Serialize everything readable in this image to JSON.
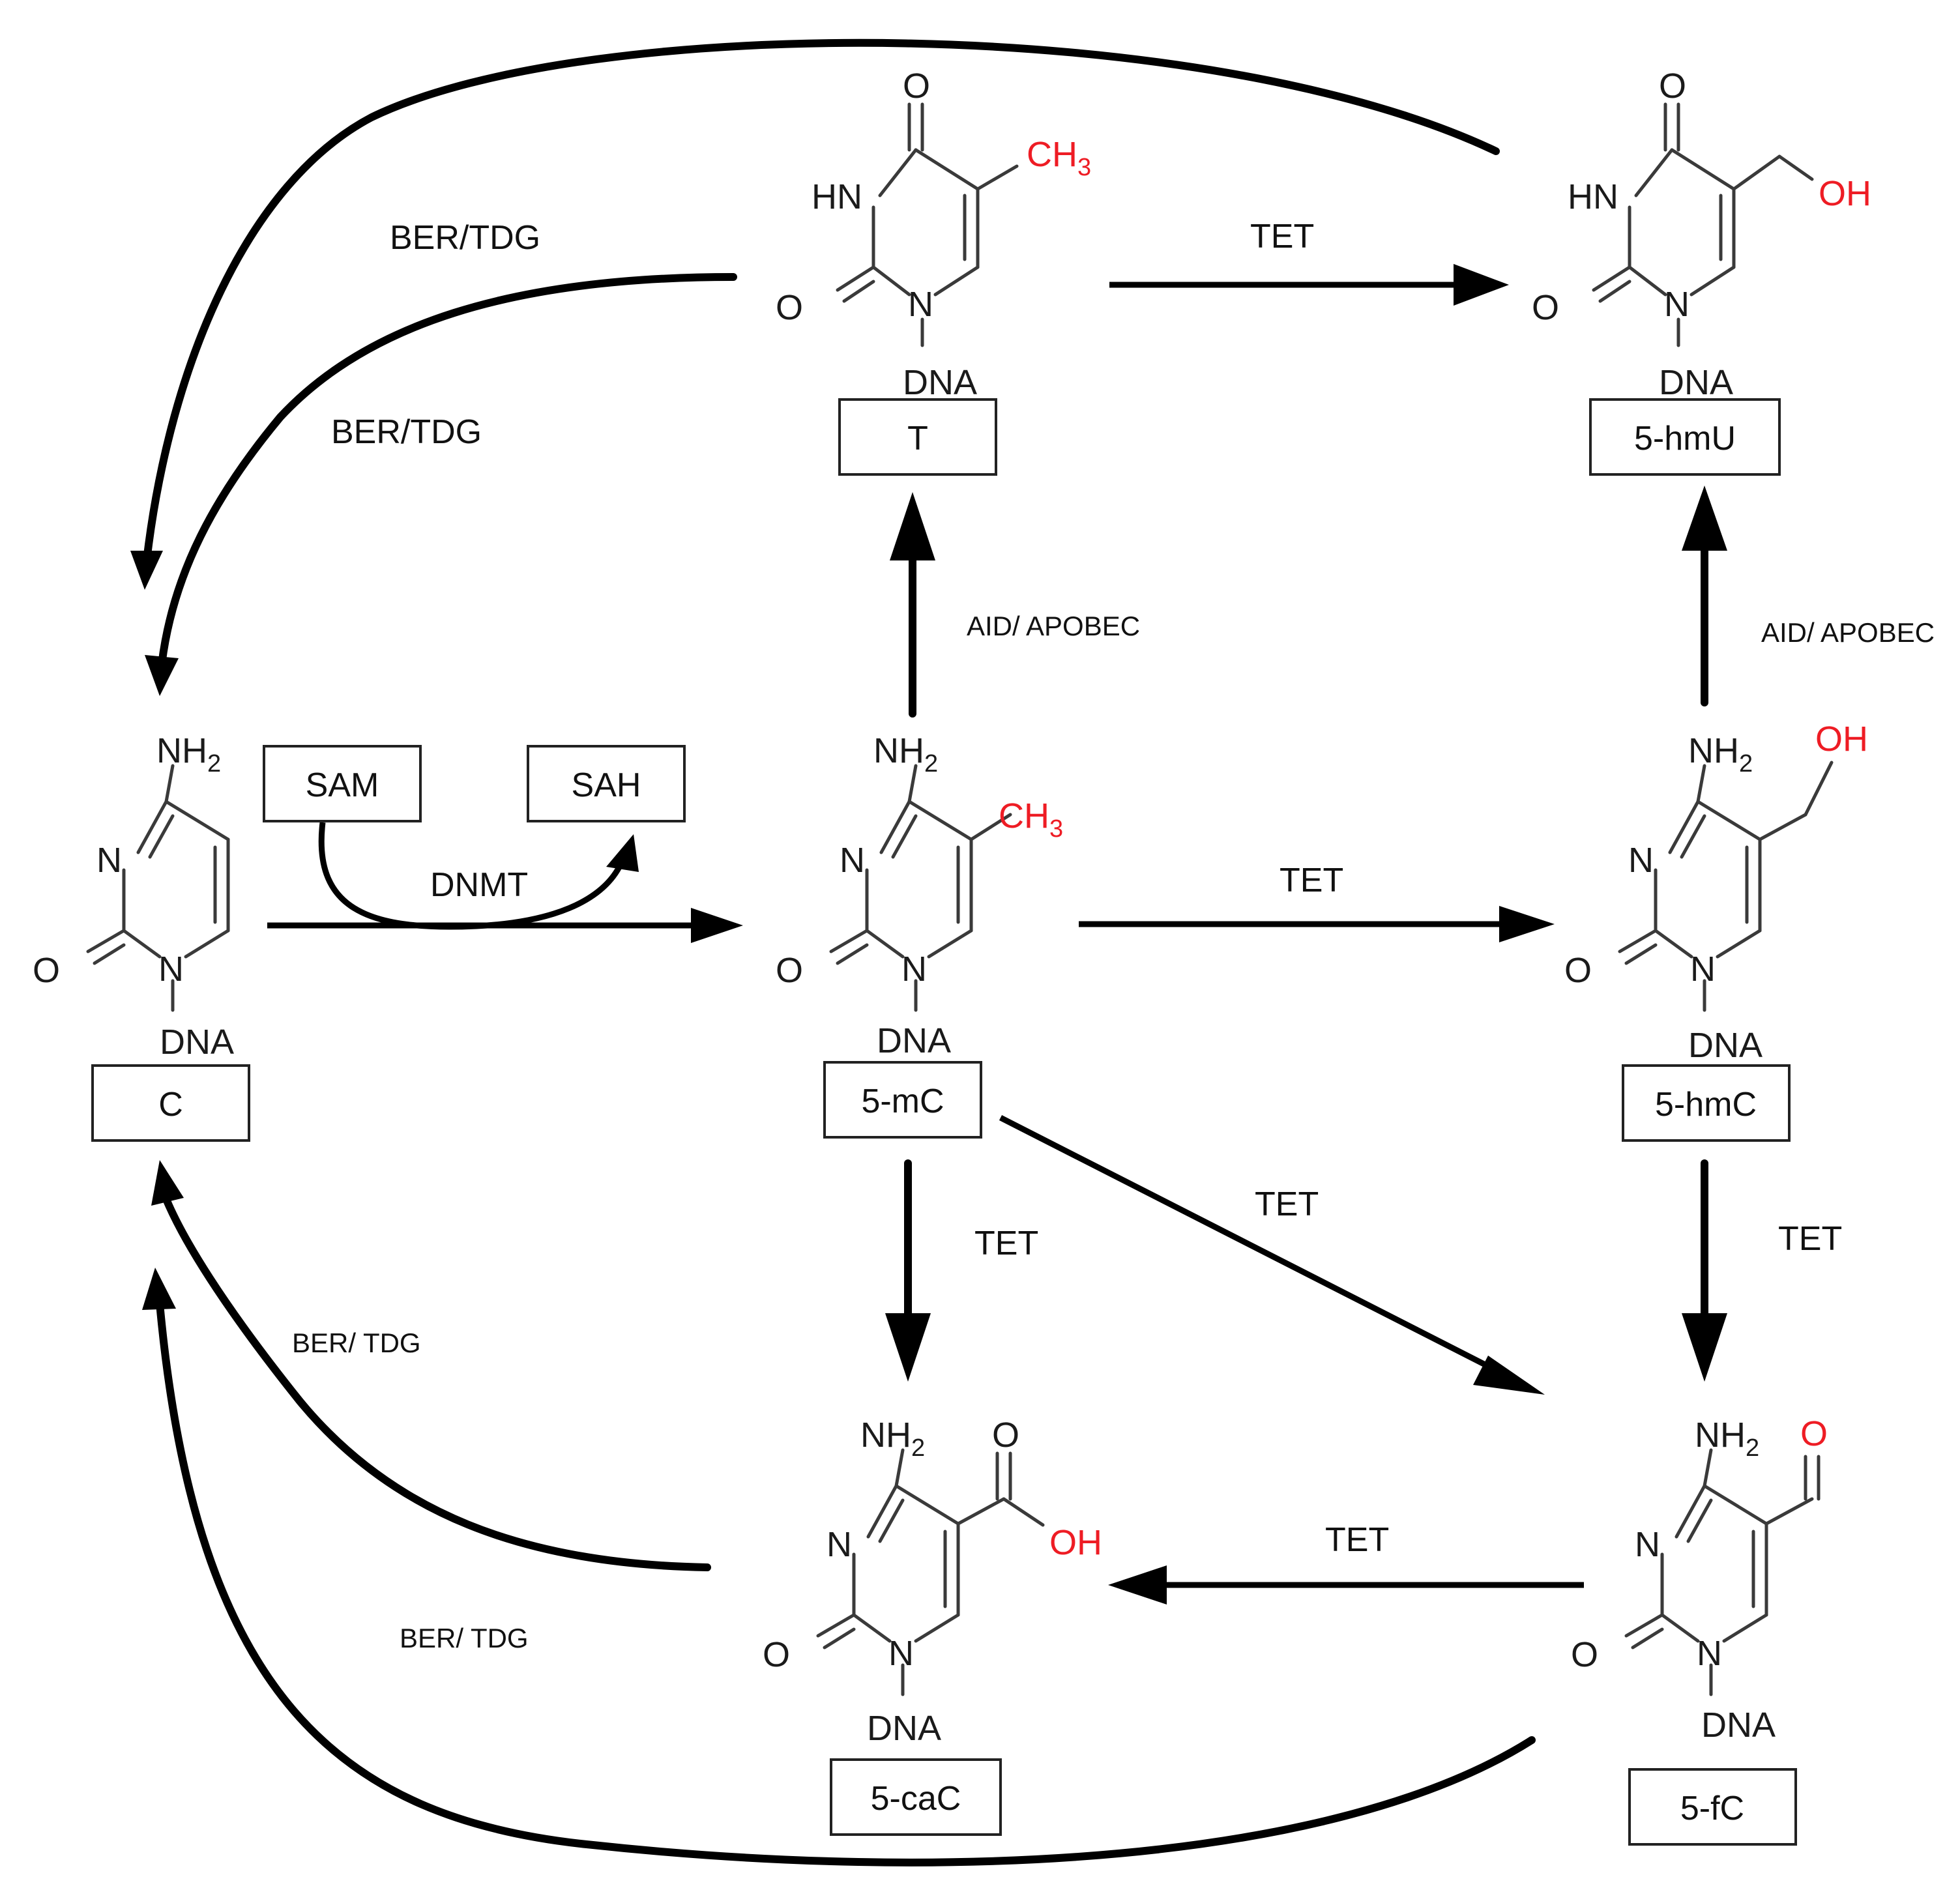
{
  "atoms": {
    "nh2": "NH",
    "nh2_sub": "2",
    "n": "N",
    "hn": "HN",
    "o": "O",
    "dna": "DNA",
    "ch3": "CH",
    "ch3_sub": "3",
    "oh": "OH"
  },
  "nodes": {
    "c": "C",
    "mc": "5-mC",
    "hmc": "5-hmC",
    "t": "T",
    "hmu": "5-hmU",
    "fc": "5-fC",
    "cac": "5-caC",
    "sam": "SAM",
    "sah": "SAH"
  },
  "enzymes": {
    "dnmt": "DNMT",
    "tet_mc_hmc": "TET",
    "tet_t_hmu": "TET",
    "tet_mc_cac": "TET",
    "tet_mc_fc": "TET",
    "tet_hmc_fc": "TET",
    "tet_fc_cac": "TET",
    "aid_mc_t": "AID/ APOBEC",
    "aid_hmc_hmu": "AID/ APOBEC",
    "ber_outer_top": "BER/TDG",
    "ber_inner_top": "BER/TDG",
    "ber_inner_bottom": "BER/ TDG",
    "ber_outer_bottom": "BER/ TDG"
  },
  "colors": {
    "highlight": "#ee1c24",
    "arrow": "#000000"
  }
}
